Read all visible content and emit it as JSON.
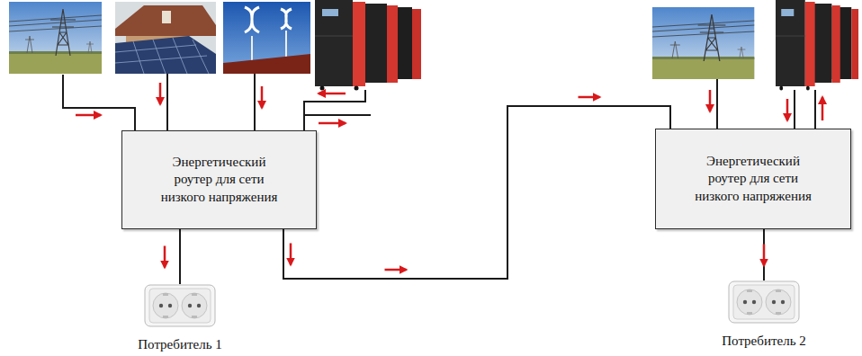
{
  "diagram": {
    "nodes": [
      {
        "text": [
          "Энергетический роутер для сети низкого напряжения"
        ]
      },
      {
        "text": [
          "Энергетический роутер для сети низкого напряжения"
        ]
      },
      {
        "text": [
          "Потребитель 1"
        ]
      },
      {
        "text": [
          "Потребитель 2"
        ]
      }
    ],
    "edges": [
      {
        "from": 0,
        "to": 2,
        "arrow": "to"
      },
      {
        "from": 0,
        "to": 1,
        "arrow": "to"
      },
      {
        "from": 1,
        "to": 3,
        "arrow": "to"
      }
    ]
  }
}
